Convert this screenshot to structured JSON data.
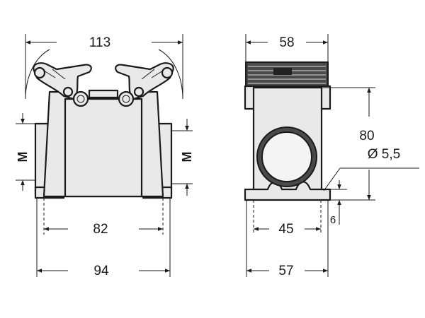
{
  "front_view": {
    "width_top": "113",
    "width_mid": "82",
    "width_base": "94",
    "m_left": "M",
    "m_right": "M"
  },
  "side_view": {
    "width_top": "58",
    "height": "80",
    "hole_diameter": "Ø 5,5",
    "base_height": "6",
    "width_mid": "45",
    "width_base": "57"
  }
}
